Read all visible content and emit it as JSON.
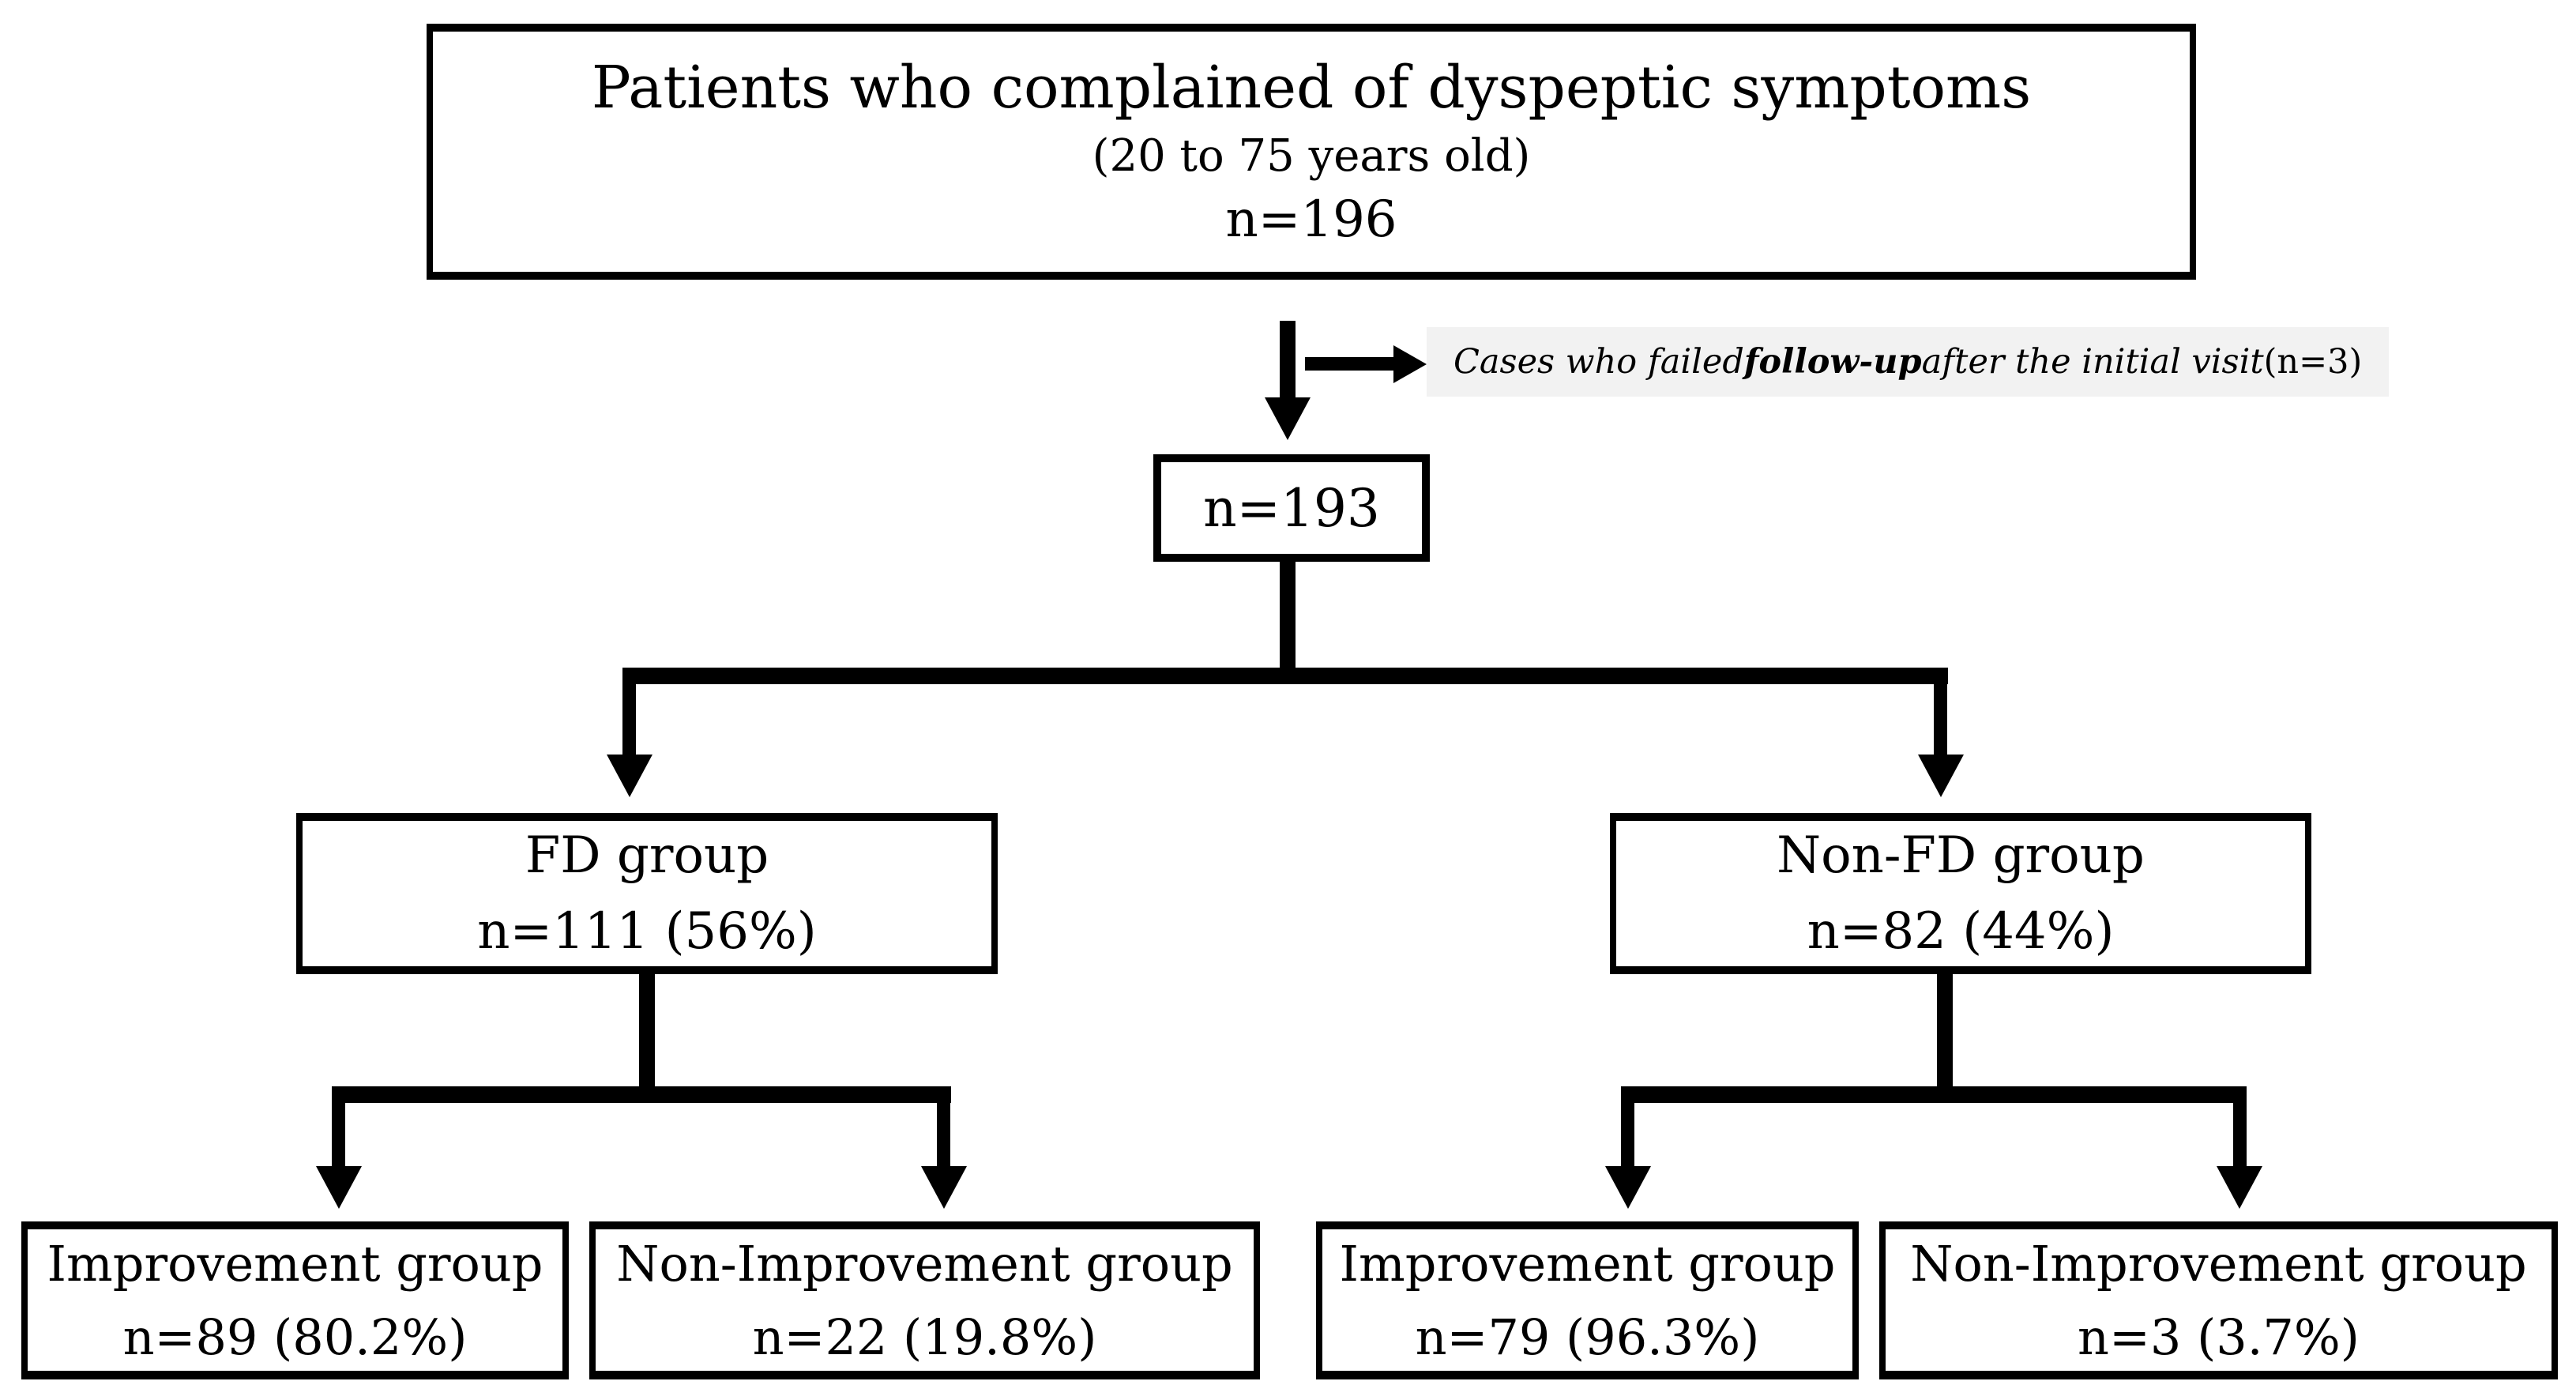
{
  "figure": {
    "background_color": "#ffffff",
    "line_color": "#000000",
    "note_background_color": "#f2f2f2"
  },
  "nodes": {
    "top": {
      "line1": "Patients who complained of dyspeptic symptoms",
      "line2": "(20 to 75 years old)",
      "line3": "n=196"
    },
    "after_exclusion": {
      "label": "n=193"
    },
    "fd": {
      "line1": "FD group",
      "line2": "n=111 (56%)"
    },
    "non_fd": {
      "line1": "Non-FD group",
      "line2": "n=82 (44%)"
    },
    "fd_improvement": {
      "line1": "Improvement group",
      "line2": "n=89 (80.2%)"
    },
    "fd_non_improvement": {
      "line1": "Non-Improvement group",
      "line2": "n=22 (19.8%)"
    },
    "non_fd_improvement": {
      "line1": "Improvement group",
      "line2": "n=79 (96.3%)"
    },
    "non_fd_non_improvement": {
      "line1": "Non-Improvement group",
      "line2": "n=3 (3.7%)"
    }
  },
  "note": {
    "lead": "Cases who failed ",
    "bold": "follow-up",
    "tail": " after the initial visit ",
    "count": "(n=3)"
  }
}
